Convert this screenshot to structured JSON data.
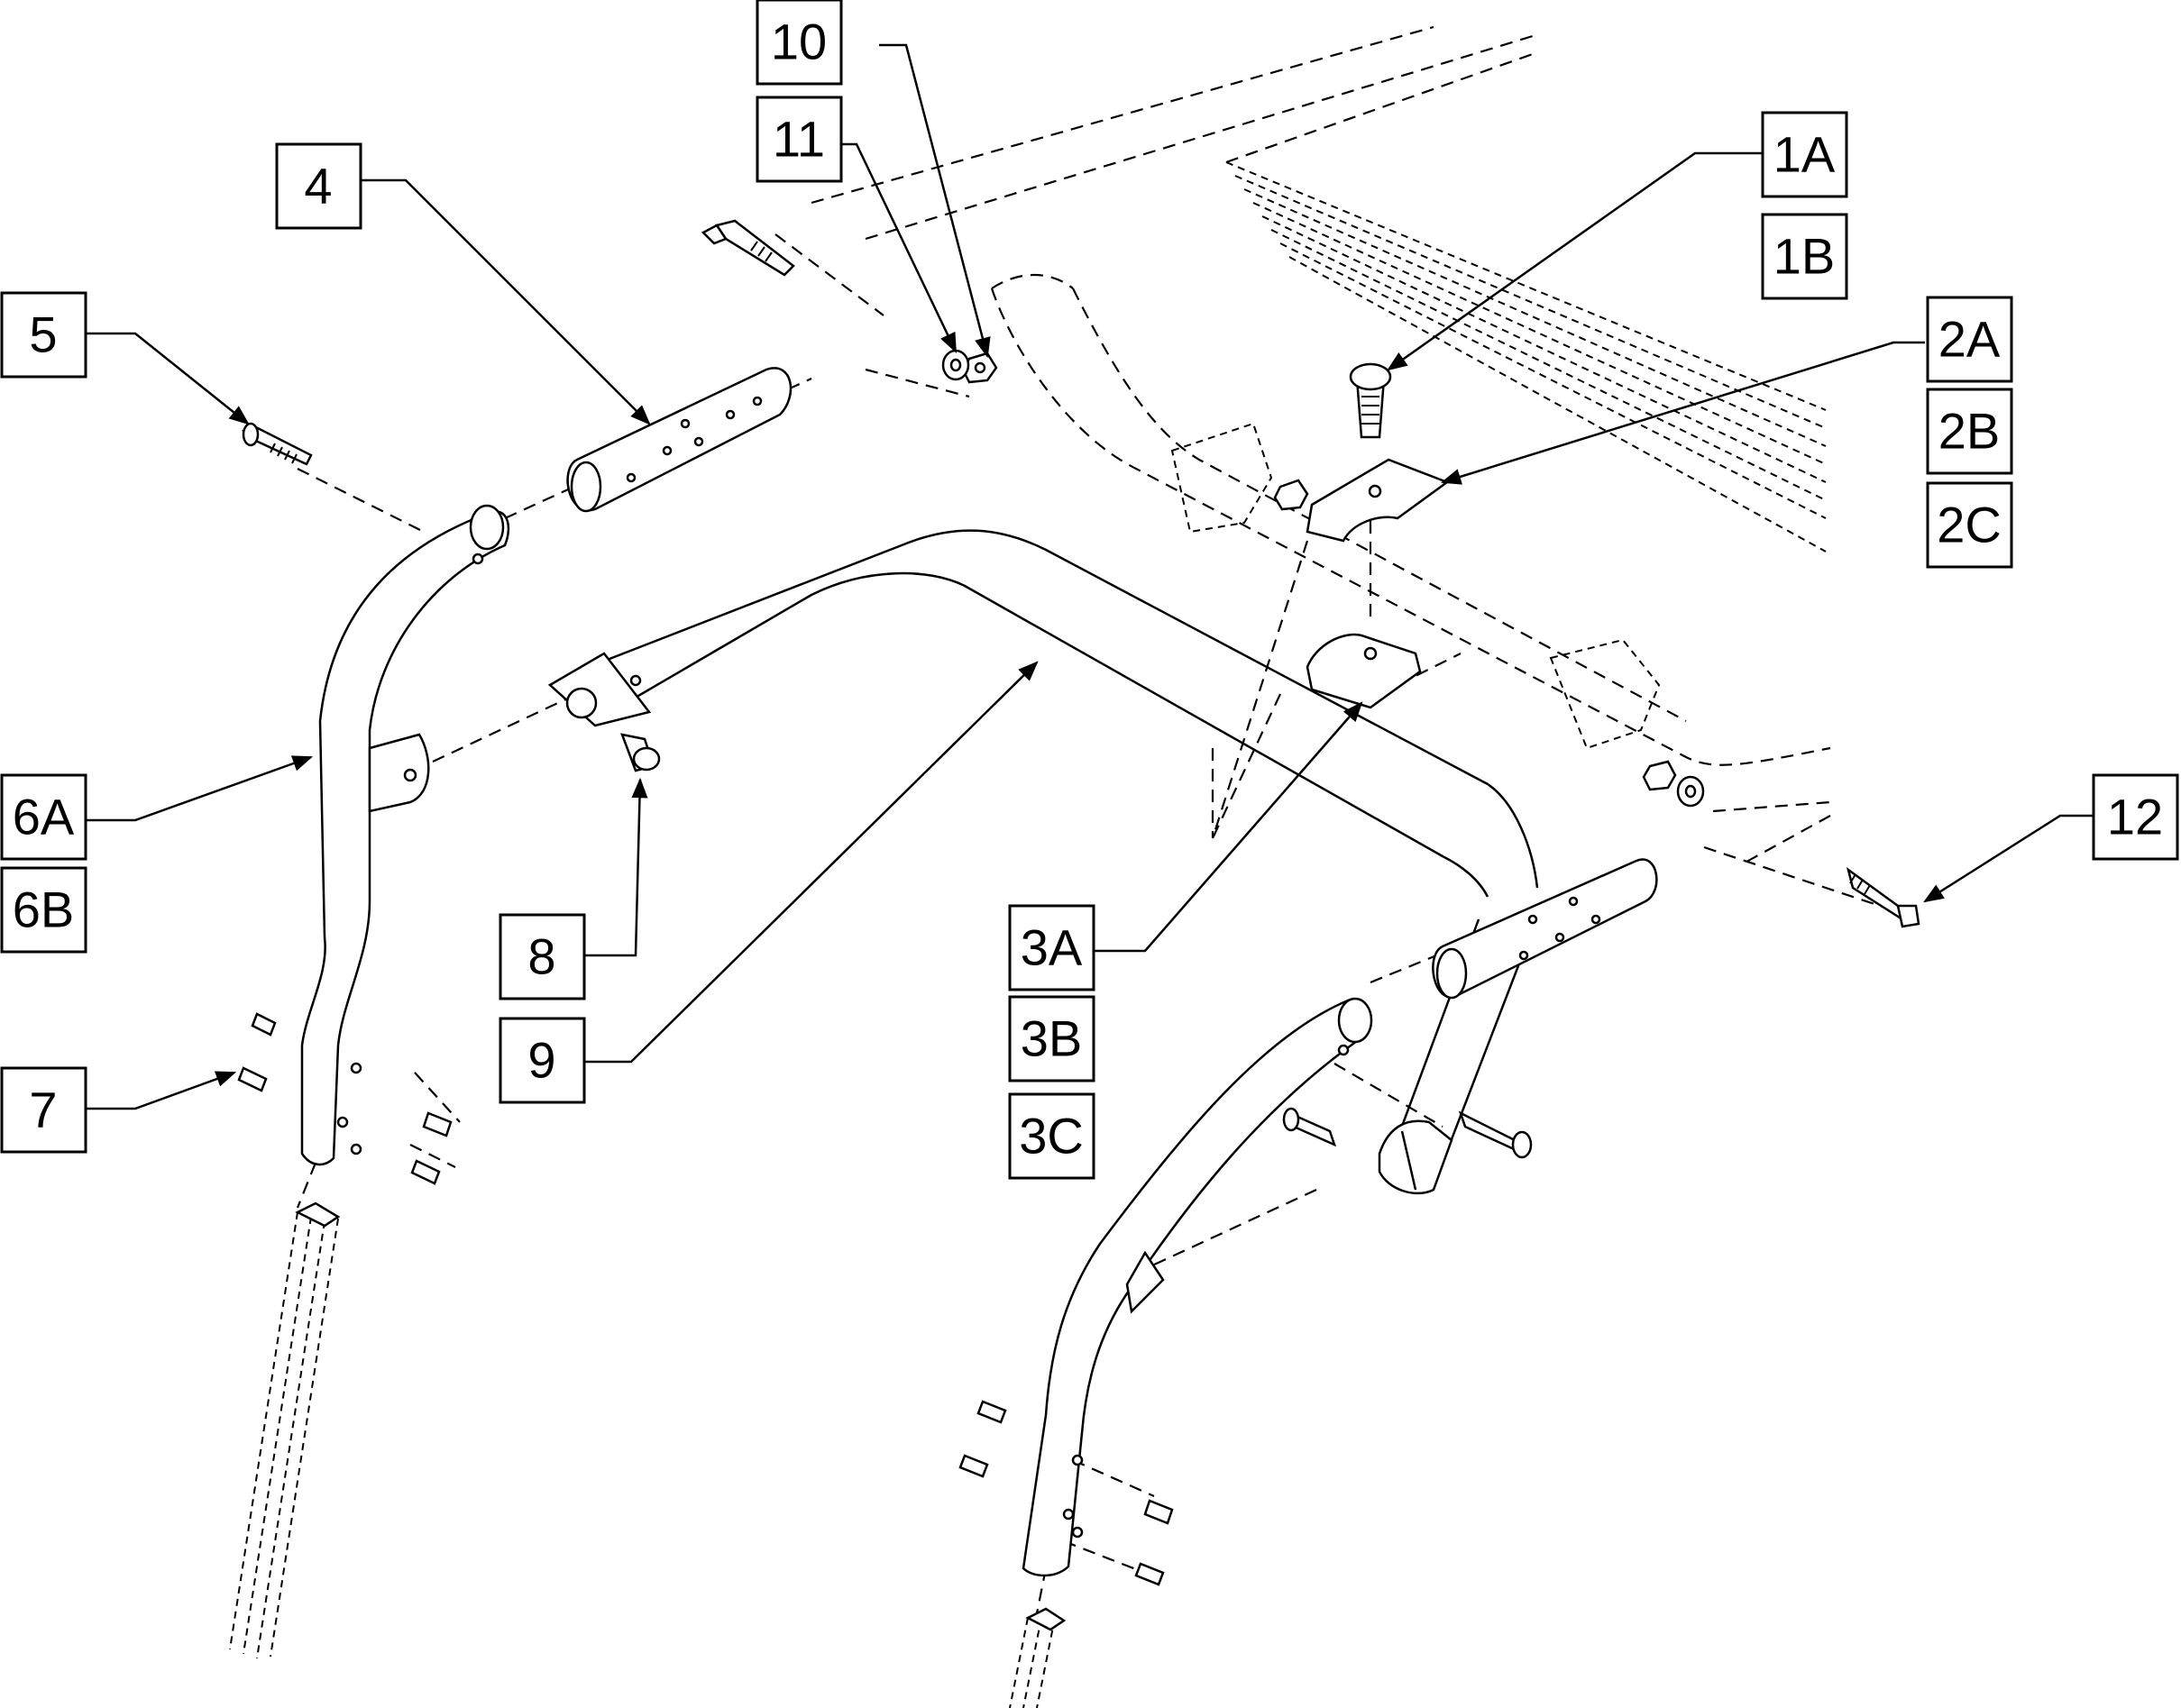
{
  "callouts": [
    {
      "id": "c10",
      "label": "10"
    },
    {
      "id": "c11",
      "label": "11"
    },
    {
      "id": "c4",
      "label": "4"
    },
    {
      "id": "c5",
      "label": "5"
    },
    {
      "id": "c1A",
      "label": "1A"
    },
    {
      "id": "c1B",
      "label": "1B"
    },
    {
      "id": "c2A",
      "label": "2A"
    },
    {
      "id": "c2B",
      "label": "2B"
    },
    {
      "id": "c2C",
      "label": "2C"
    },
    {
      "id": "c6A",
      "label": "6A"
    },
    {
      "id": "c6B",
      "label": "6B"
    },
    {
      "id": "c7",
      "label": "7"
    },
    {
      "id": "c8",
      "label": "8"
    },
    {
      "id": "c9",
      "label": "9"
    },
    {
      "id": "c3A",
      "label": "3A"
    },
    {
      "id": "c3B",
      "label": "3B"
    },
    {
      "id": "c3C",
      "label": "3C"
    },
    {
      "id": "c12",
      "label": "12"
    }
  ]
}
